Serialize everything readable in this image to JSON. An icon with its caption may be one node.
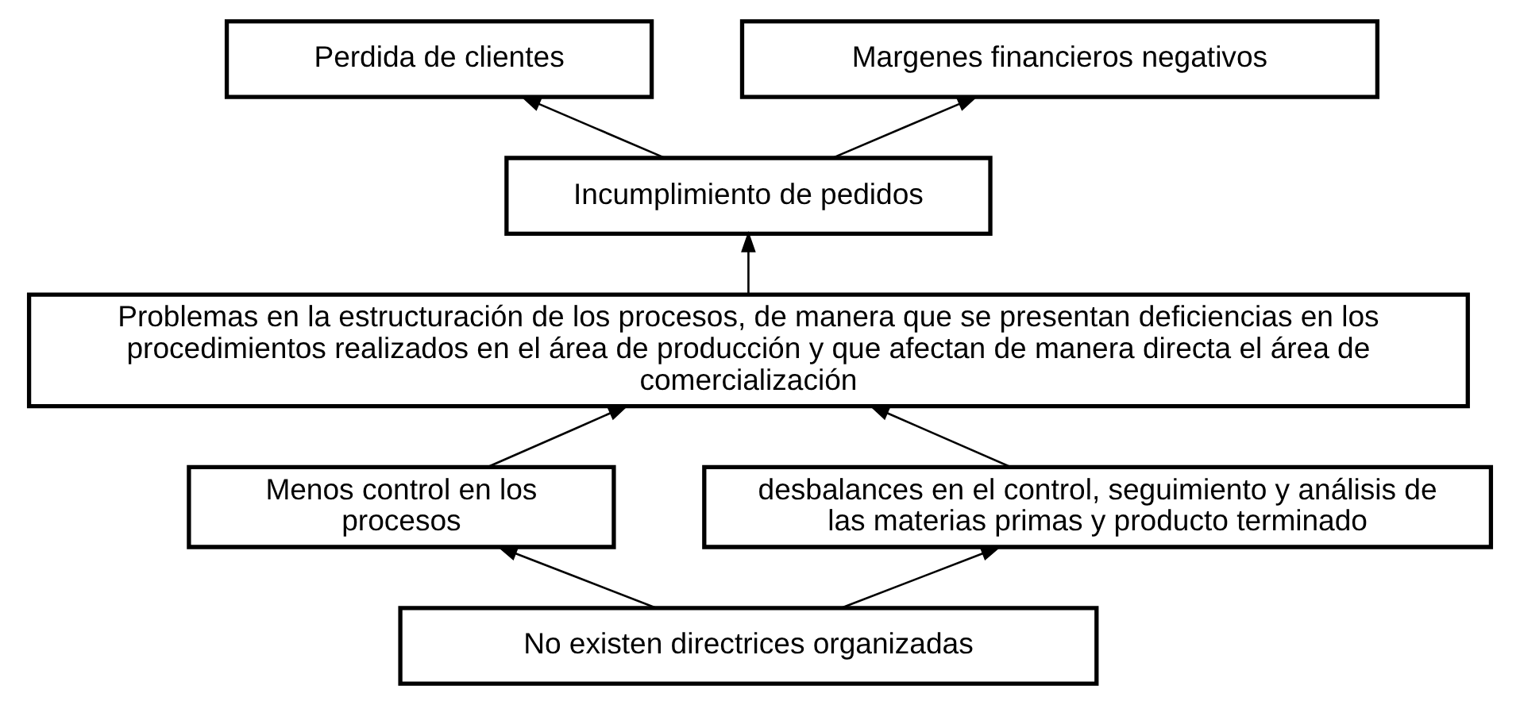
{
  "diagram": {
    "nodes": [
      {
        "text": [
          "Perdida de clientes"
        ]
      },
      {
        "text": [
          "Margenes financieros negativos"
        ]
      },
      {
        "text": [
          "Incumplimiento de pedidos"
        ]
      },
      {
        "text": [
          "Problemas en la estructuración de los procesos, de manera que se presentan deficiencias en los procedimientos realizados en el área de producción y que afectan de manera directa el área de comercialización"
        ]
      },
      {
        "text": [
          "Menos control en los procesos"
        ]
      },
      {
        "text": [
          "desbalances en el control, seguimiento y análisis de las materias primas y producto terminado"
        ]
      },
      {
        "text": [
          "No existen directrices organizadas"
        ]
      }
    ],
    "edges": [
      {
        "from": 2,
        "to": 0,
        "arrow": "to"
      },
      {
        "from": 2,
        "to": 1,
        "arrow": "to"
      },
      {
        "from": 3,
        "to": 2,
        "arrow": "to"
      },
      {
        "from": 4,
        "to": 3,
        "arrow": "to"
      },
      {
        "from": 5,
        "to": 3,
        "arrow": "to"
      },
      {
        "from": 6,
        "to": 4,
        "arrow": "to"
      },
      {
        "from": 6,
        "to": 5,
        "arrow": "to"
      }
    ]
  }
}
